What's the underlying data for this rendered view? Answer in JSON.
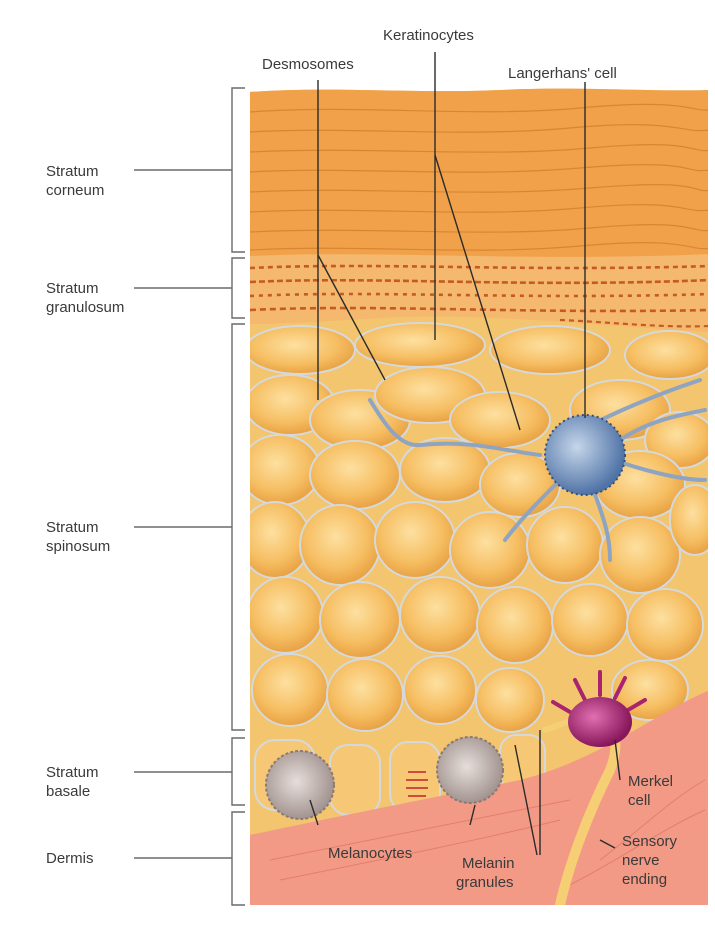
{
  "layers": {
    "corneum": [
      "Stratum",
      "corneum"
    ],
    "granulosum": [
      "Stratum",
      "granulosum"
    ],
    "spinosum": [
      "Stratum",
      "spinosum"
    ],
    "basale": [
      "Stratum",
      "basale"
    ],
    "dermis": "Dermis"
  },
  "top_labels": {
    "desmosomes": "Desmosomes",
    "keratinocytes": "Keratinocytes",
    "langerhans": "Langerhans' cell"
  },
  "bottom_labels": {
    "melanocytes": "Melanocytes",
    "melanin": [
      "Melanin",
      "granules"
    ],
    "merkel": [
      "Merkel",
      "cell"
    ],
    "sensory": [
      "Sensory",
      "nerve",
      "ending"
    ]
  },
  "colors": {
    "corneum": "#f1a44a",
    "granulosum": "#f3b36a",
    "cell_fill": "#f7c46c",
    "cell_edge": "#c9d0d8",
    "dermis": "#f19a86",
    "langerhans": "#6f8fbd",
    "merkel": "#a8246e",
    "melanocyte": "#b5a8a4",
    "nerve": "#f6cf74"
  }
}
